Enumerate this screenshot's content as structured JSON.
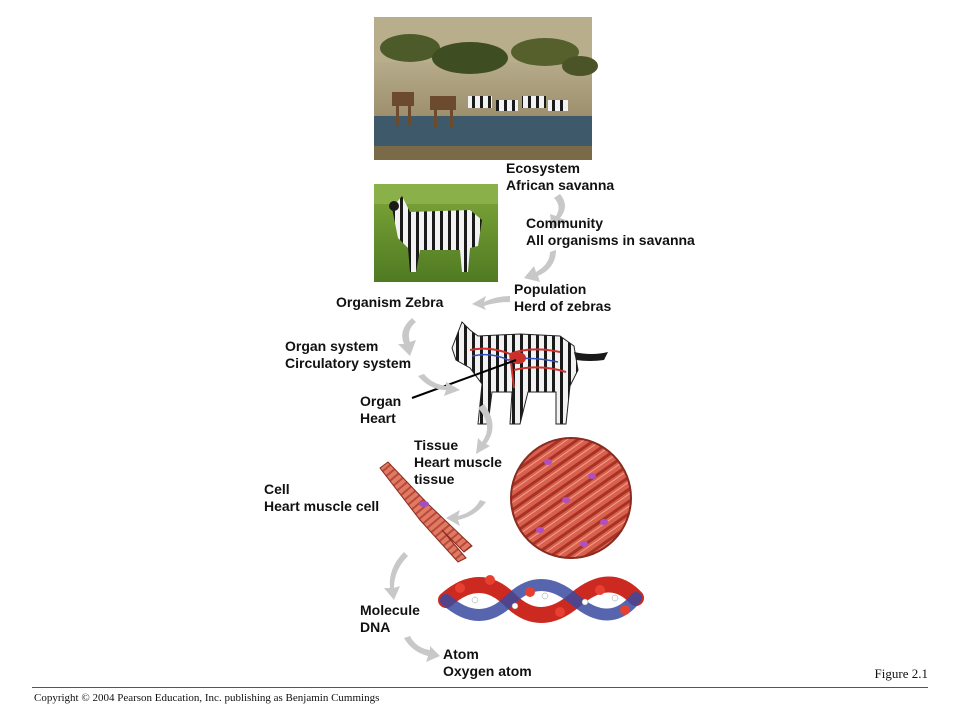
{
  "levels": [
    {
      "name": "Ecosystem",
      "detail": "African savanna"
    },
    {
      "name": "Community",
      "detail": "All organisms in savanna"
    },
    {
      "name": "Population",
      "detail": "Herd of zebras"
    },
    {
      "name": "Organism",
      "detail": "Zebra"
    },
    {
      "name": "Organ system",
      "detail": "Circulatory system"
    },
    {
      "name": "Organ",
      "detail": "Heart"
    },
    {
      "name": "Tissue",
      "detail_lines": [
        "Heart muscle",
        "tissue"
      ]
    },
    {
      "name": "Cell",
      "detail": "Heart muscle cell"
    },
    {
      "name": "Molecule",
      "detail": "DNA"
    },
    {
      "name": "Atom",
      "detail": "Oxygen atom"
    }
  ],
  "figure_label": "Figure 2.1",
  "copyright": "Copyright © 2004 Pearson Education, Inc. publishing as Benjamin Cummings",
  "colors": {
    "arrow": "#c8c8c8",
    "text": "#111111",
    "muscle": "#c84a3a",
    "vessel": "#d0302a"
  }
}
